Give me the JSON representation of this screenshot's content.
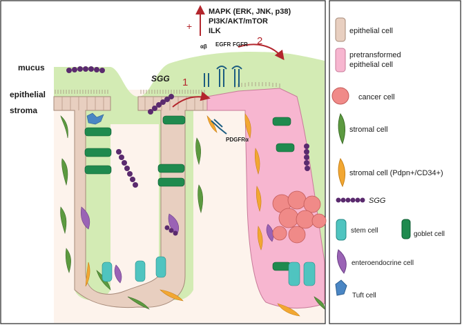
{
  "layers": {
    "mucus": "mucus",
    "epithelial": "epithelial",
    "stroma": "stroma"
  },
  "signaling": {
    "plus": "+",
    "lines": [
      "MAPK (ERK, JNK, p38)",
      "PI3K/AKT/mTOR",
      "ILK"
    ]
  },
  "receptors": {
    "integrin": "αβ",
    "egfr": "EGFR",
    "fgfr": "FGFR",
    "pdgfr": "PDGFRα"
  },
  "bacteria_label": "SGG",
  "steps": {
    "one": "1",
    "two": "2"
  },
  "legend": {
    "epithelial": "epithelial cell",
    "pretransformed_1": "pretransformed",
    "pretransformed_2": "epithelial cell",
    "cancer": "cancer cell",
    "stromal": "stromal cell",
    "stromal_pdpn": "stromal cell (Pdpn+/CD34+)",
    "sgg": "SGG",
    "stem": "stem cell",
    "goblet": "goblet cell",
    "enteroendocrine": "enteroendocrine cell",
    "tuft": "Tuft cell"
  },
  "colors": {
    "mucus": "#d3ebb4",
    "stroma_bg": "#fdf3ec",
    "epithelial": "#e8cfc0",
    "pretransformed": "#f7b6d0",
    "cancer": "#f08a88",
    "stromal": "#5c9a40",
    "stromal_pdpn": "#f2a732",
    "sgg": "#5a2a6e",
    "stem": "#4fc4c0",
    "goblet": "#1f8a4e",
    "enteroendocrine": "#9a63b5",
    "tuft": "#4a86c4",
    "arrow_red": "#b3262d"
  }
}
